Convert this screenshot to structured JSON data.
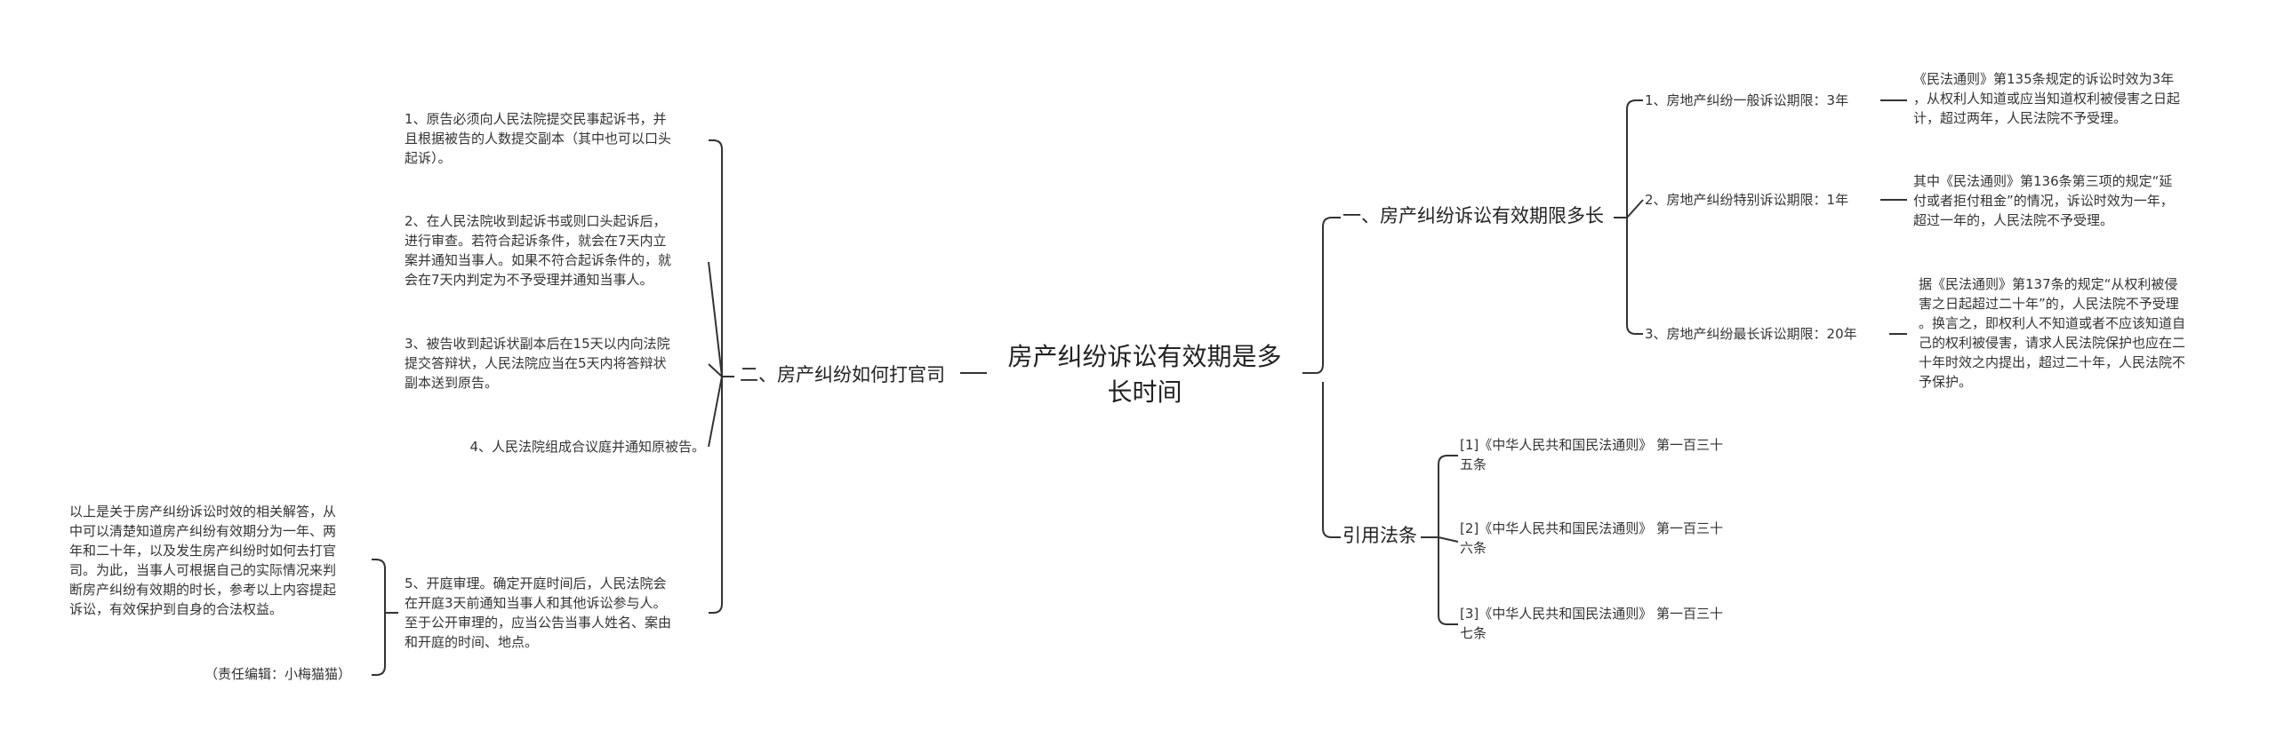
{
  "root": {
    "title": "房产纠纷诉讼有效期是多\n长时间"
  },
  "branch_one": {
    "label": "一、房产纠纷诉讼有效期限多长",
    "items": [
      {
        "label": "1、房地产纠纷一般诉讼期限：3年",
        "detail": "《民法通则》第135条规定的诉讼时效为3年\n，从权利人知道或应当知道权利被侵害之日起\n计，超过两年，人民法院不予受理。"
      },
      {
        "label": "2、房地产纠纷特别诉讼期限：1年",
        "detail": "其中《民法通则》第136条第三项的规定“延\n付或者拒付租金”的情况，诉讼时效为一年，\n超过一年的，人民法院不予受理。"
      },
      {
        "label": "3、房地产纠纷最长诉讼期限：20年",
        "detail": "据《民法通则》第137条的规定“从权利被侵\n害之日起超过二十年”的，人民法院不予受理\n。换言之，即权利人不知道或者不应该知道自\n己的权利被侵害，请求人民法院保护也应在二\n十年时效之内提出，超过二十年，人民法院不\n予保护。"
      }
    ]
  },
  "branch_two": {
    "label": "二、房产纠纷如何打官司",
    "steps": [
      "1、原告必须向人民法院提交民事起诉书，并\n且根据被告的人数提交副本（其中也可以口头\n起诉）。",
      "2、在人民法院收到起诉书或则口头起诉后，\n进行审查。若符合起诉条件，就会在7天内立\n案并通知当事人。如果不符合起诉条件的，就\n会在7天内判定为不予受理并通知当事人。",
      "3、被告收到起诉状副本后在15天以内向法院\n提交答辩状，人民法院应当在5天内将答辩状\n副本送到原告。",
      "4、人民法院组成合议庭并通知原被告。",
      "5、开庭审理。确定开庭时间后，人民法院会\n在开庭3天前通知当事人和其他诉讼参与人。\n至于公开审理的，应当公告当事人姓名、案由\n和开庭的时间、地点。"
    ],
    "summary": "以上是关于房产纠纷诉讼时效的相关解答，从\n中可以清楚知道房产纠纷有效期分为一年、两\n年和二十年，以及发生房产纠纷时如何去打官\n司。为此，当事人可根据自己的实际情况来判\n断房产纠纷有效期的时长，参考以上内容提起\n诉讼，有效保护到自身的合法权益。",
    "editor": "（责任编辑：小梅猫猫）"
  },
  "branch_three": {
    "label": "引用法条",
    "refs": [
      "[1]《中华人民共和国民法通则》 第一百三十\n五条",
      "[2]《中华人民共和国民法通则》 第一百三十\n六条",
      "[3]《中华人民共和国民法通则》 第一百三十\n七条"
    ]
  }
}
